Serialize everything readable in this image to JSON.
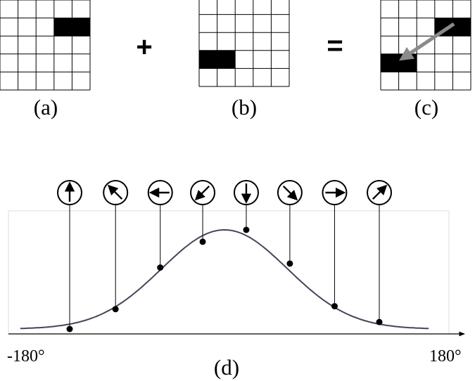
{
  "panels": [
    {
      "id": "a",
      "label": "(a)",
      "grid": {
        "rows": 5,
        "cols": 5,
        "filled": [
          [
            1,
            3
          ],
          [
            1,
            4
          ]
        ]
      }
    },
    {
      "id": "b",
      "label": "(b)",
      "grid": {
        "rows": 5,
        "cols": 5,
        "filled": [
          [
            3,
            0
          ],
          [
            3,
            1
          ]
        ]
      }
    },
    {
      "id": "c",
      "label": "(c)",
      "grid": {
        "rows": 5,
        "cols": 5,
        "filled": [
          [
            1,
            3
          ],
          [
            1,
            4
          ],
          [
            3,
            0
          ],
          [
            3,
            1
          ]
        ]
      },
      "arrow": "from (1,4) toward (3,0)"
    }
  ],
  "operators": {
    "plus": "+",
    "equals": "="
  },
  "curve_panel": {
    "label": "(d)",
    "x_min_label": "-180°",
    "x_max_label": "180°",
    "chart_data": {
      "type": "line",
      "title": "",
      "xlabel": "",
      "ylabel": "",
      "xlim": [
        -180,
        180
      ],
      "ylim": [
        0,
        1
      ],
      "curve": {
        "shape": "gaussian",
        "center": 0,
        "sigma": 55
      },
      "points": [
        {
          "x": -135,
          "y": 0.0,
          "direction_deg": 90
        },
        {
          "x": -95,
          "y": 0.2,
          "direction_deg": 135
        },
        {
          "x": -56,
          "y": 0.62,
          "direction_deg": 180
        },
        {
          "x": -19,
          "y": 0.88,
          "direction_deg": 225
        },
        {
          "x": 19,
          "y": 1.0,
          "direction_deg": 270
        },
        {
          "x": 57,
          "y": 0.66,
          "direction_deg": 315
        },
        {
          "x": 96,
          "y": 0.23,
          "direction_deg": 0
        },
        {
          "x": 135,
          "y": 0.07,
          "direction_deg": 45
        }
      ]
    }
  }
}
